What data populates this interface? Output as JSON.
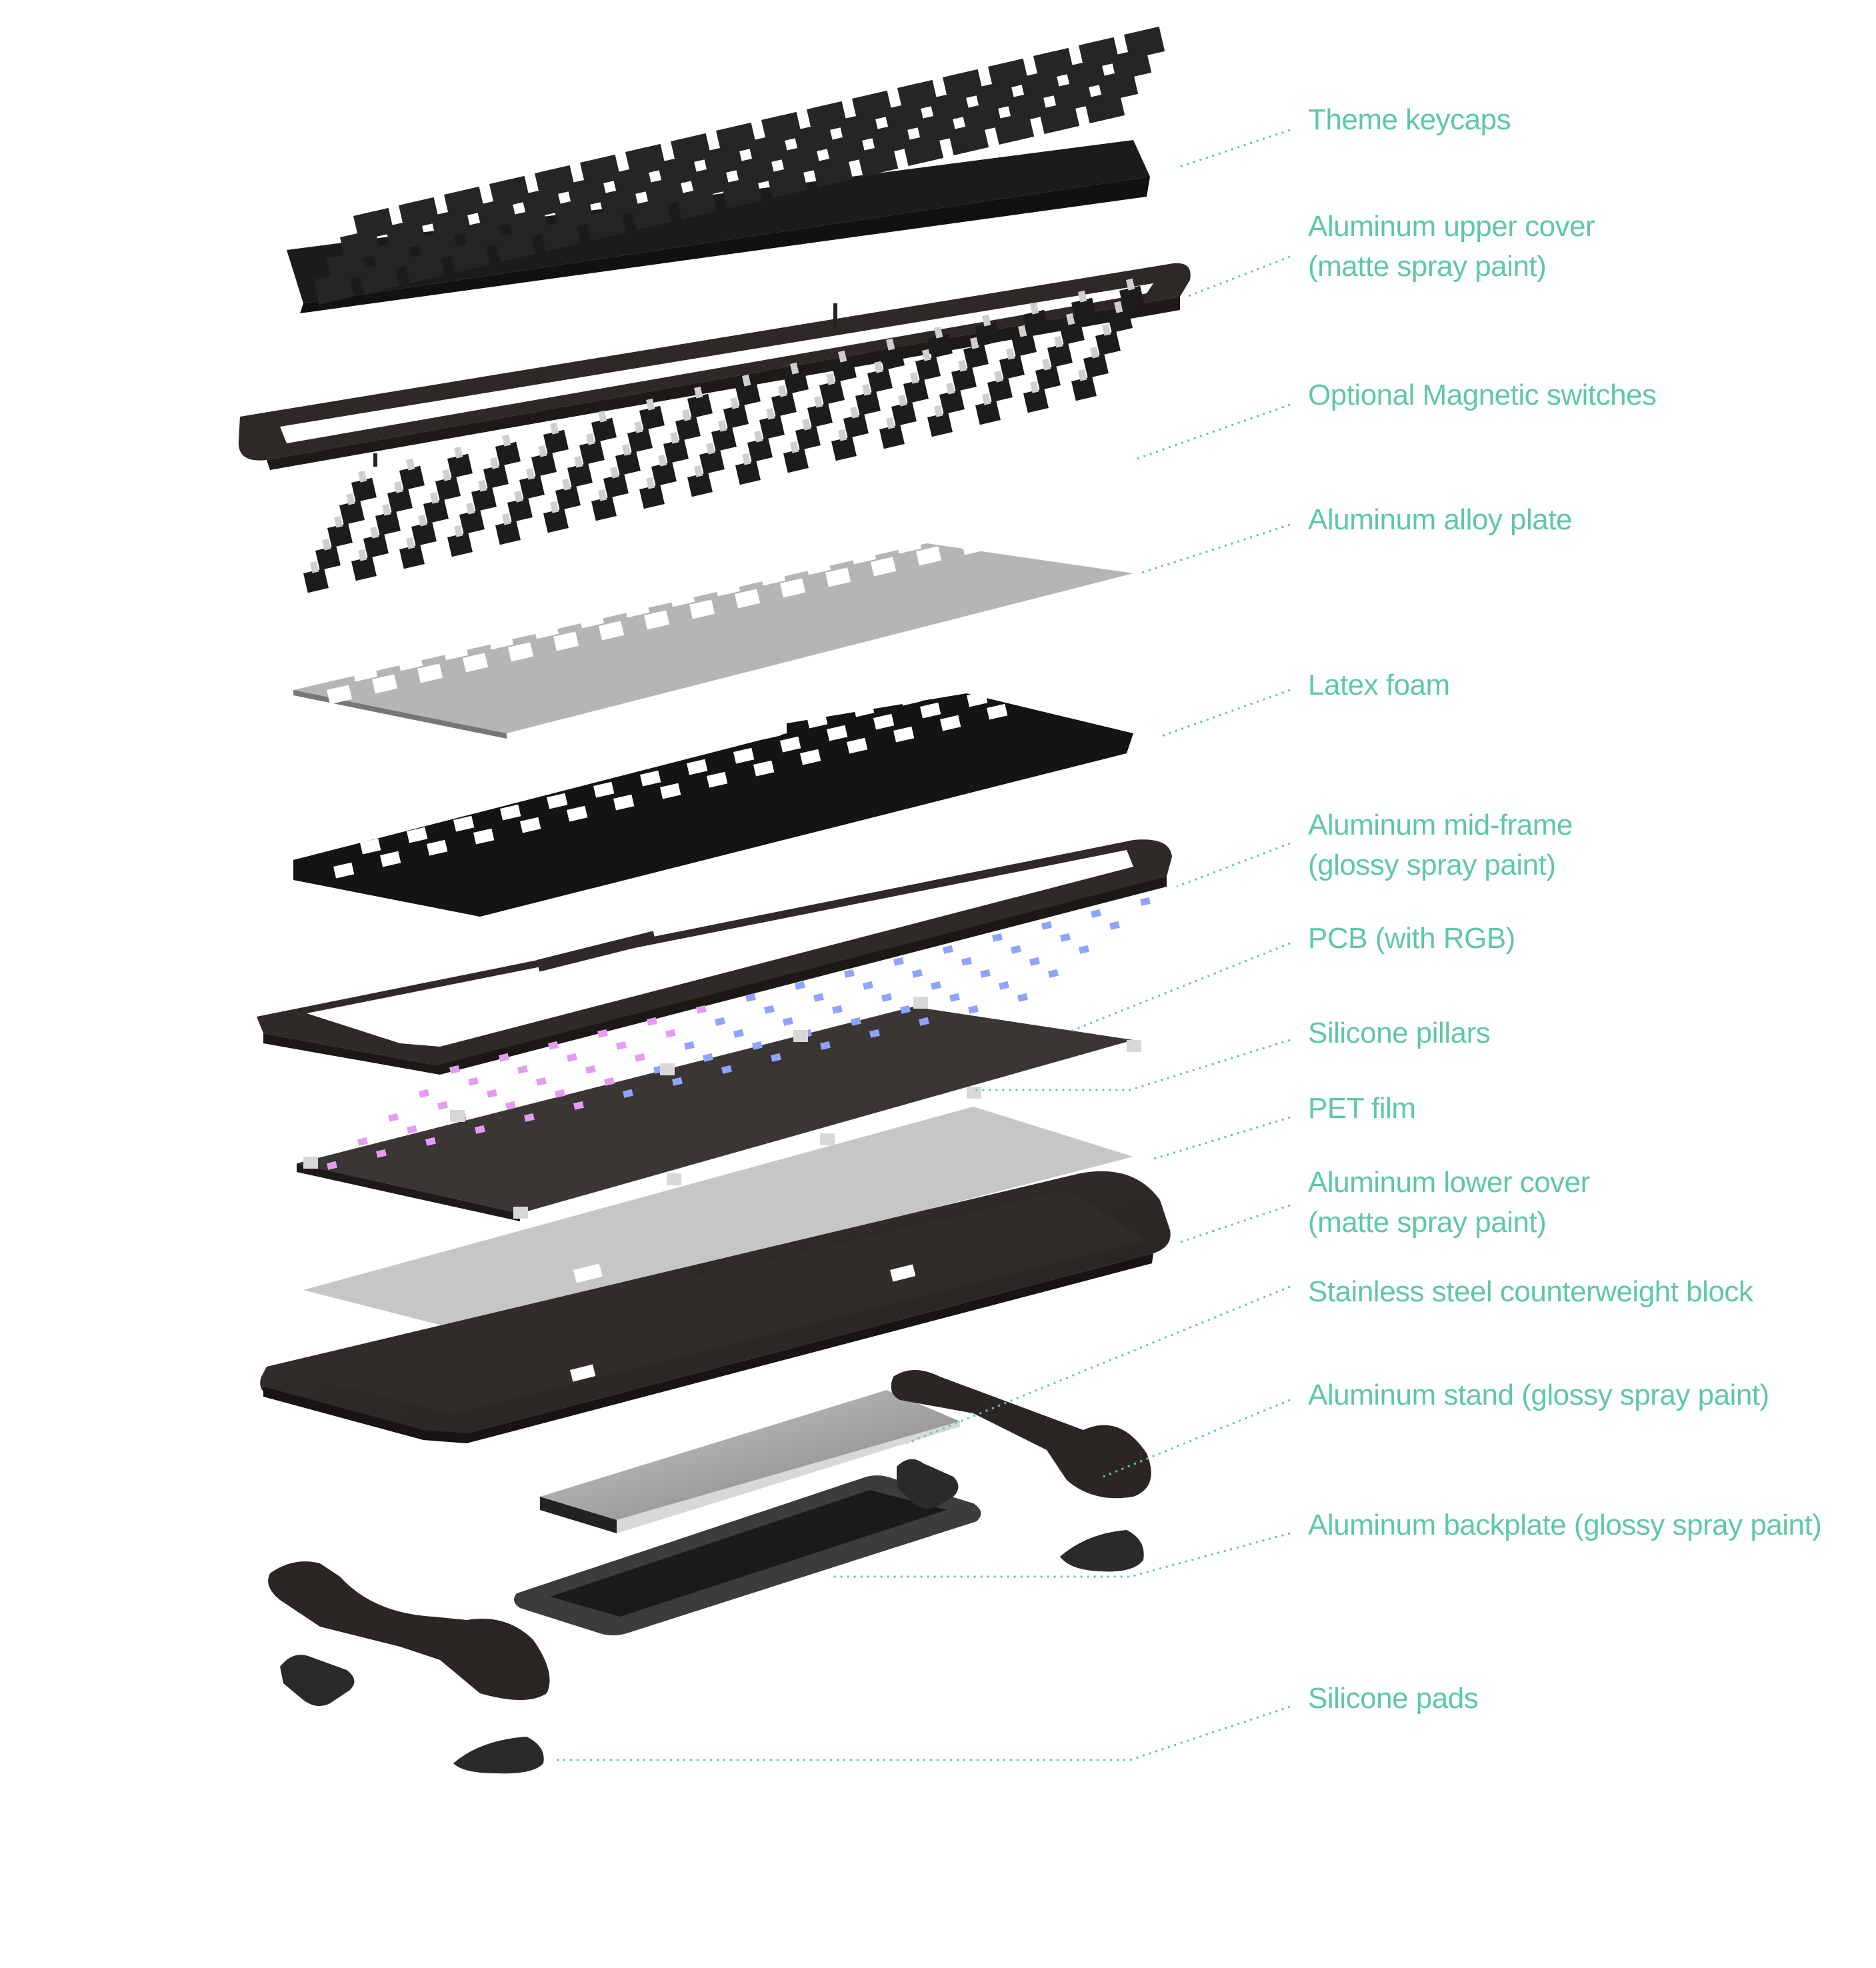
{
  "colors": {
    "accent": "#5fc8a4",
    "part_dark": "#2b2724",
    "part_plate": "#b8b8b8",
    "pet_film": "#c6c6c6",
    "led_blue": "#8fa3ff",
    "led_pink": "#e49cf2",
    "background": "#ffffff"
  },
  "diagram": {
    "type": "exploded-view",
    "subject": "Mechanical keyboard",
    "components": [
      {
        "id": "keycaps",
        "lines": [
          "Theme keycaps"
        ]
      },
      {
        "id": "upper-cover",
        "lines": [
          "Aluminum upper cover",
          "(matte spray paint)"
        ]
      },
      {
        "id": "switches",
        "lines": [
          "Optional Magnetic switches"
        ]
      },
      {
        "id": "plate",
        "lines": [
          "Aluminum alloy plate"
        ]
      },
      {
        "id": "latex-foam",
        "lines": [
          "Latex foam"
        ]
      },
      {
        "id": "mid-frame",
        "lines": [
          "Aluminum mid-frame",
          " (glossy spray paint)"
        ]
      },
      {
        "id": "pcb",
        "lines": [
          "PCB (with RGB)"
        ]
      },
      {
        "id": "silicone-pillars",
        "lines": [
          "Silicone pillars"
        ]
      },
      {
        "id": "pet-film",
        "lines": [
          "PET film"
        ]
      },
      {
        "id": "lower-cover",
        "lines": [
          "Aluminum lower cover",
          "(matte spray paint)"
        ]
      },
      {
        "id": "counterweight",
        "lines": [
          "Stainless steel counterweight block"
        ]
      },
      {
        "id": "stand",
        "lines": [
          "Aluminum stand (glossy spray paint)"
        ]
      },
      {
        "id": "backplate",
        "lines": [
          "Aluminum backplate (glossy spray paint)"
        ]
      },
      {
        "id": "silicone-pads",
        "lines": [
          "Silicone pads"
        ]
      }
    ]
  }
}
